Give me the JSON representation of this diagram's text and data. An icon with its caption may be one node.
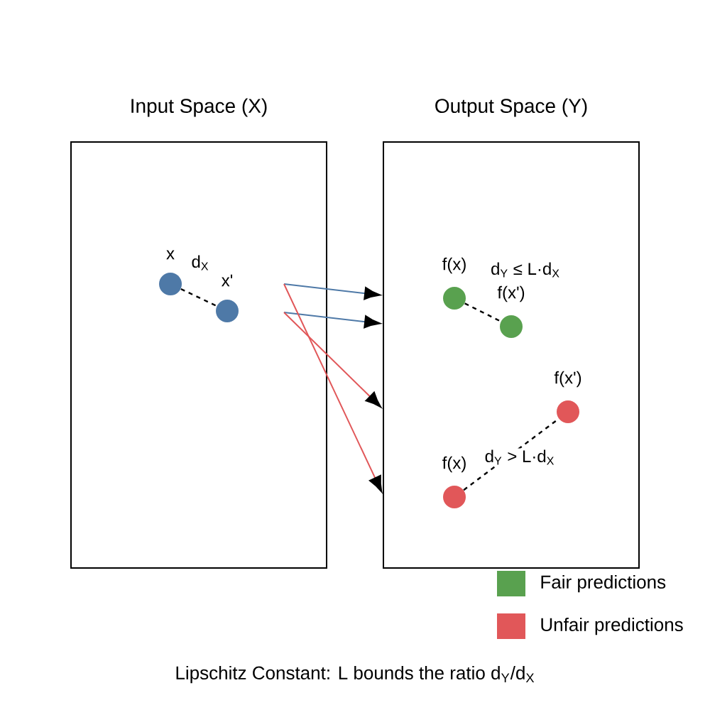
{
  "diagram": {
    "caption": "Lipschitz Constant: L bounds the ratio d$_{Y}$/d$_{X}$",
    "nodes": [
      {
        "text": [
          "Input Space (X)"
        ]
      },
      {
        "text": [
          "Output Space (Y)"
        ]
      },
      {
        "text": [
          "x"
        ],
        "in": 0
      },
      {
        "text": [
          "x'"
        ],
        "in": 0
      },
      {
        "text": [
          "f(x)"
        ],
        "in": 1
      },
      {
        "text": [
          "f(x')"
        ],
        "in": 1
      },
      {
        "text": [
          "f(x')"
        ],
        "in": 1
      },
      {
        "text": [
          "f(x)"
        ],
        "in": 1
      }
    ],
    "edges": [
      {
        "from": 2,
        "to": 3,
        "arrow": "none",
        "style": "dashed",
        "label": "d$_{X}$"
      },
      {
        "from": 4,
        "to": 5,
        "arrow": "none",
        "style": "dashed",
        "label": "d$_{Y}$ ≤ L·d$_{X}$"
      },
      {
        "from": 7,
        "to": 6,
        "arrow": "none",
        "style": "dashed",
        "label": "d$_{Y}$ > L·d$_{X}$"
      },
      {
        "from": null,
        "to": 1,
        "arrow": "to",
        "color": "#4e79a7"
      },
      {
        "from": null,
        "to": 1,
        "arrow": "to",
        "color": "#4e79a7"
      },
      {
        "from": null,
        "to": 1,
        "arrow": "to",
        "color": "#e15759"
      },
      {
        "from": null,
        "to": 1,
        "arrow": "to",
        "color": "#e15759"
      }
    ],
    "legend": [
      {
        "text": "Fair predictions",
        "color": "#59a14f"
      },
      {
        "text": "Unfair predictions",
        "color": "#e15759"
      }
    ]
  }
}
